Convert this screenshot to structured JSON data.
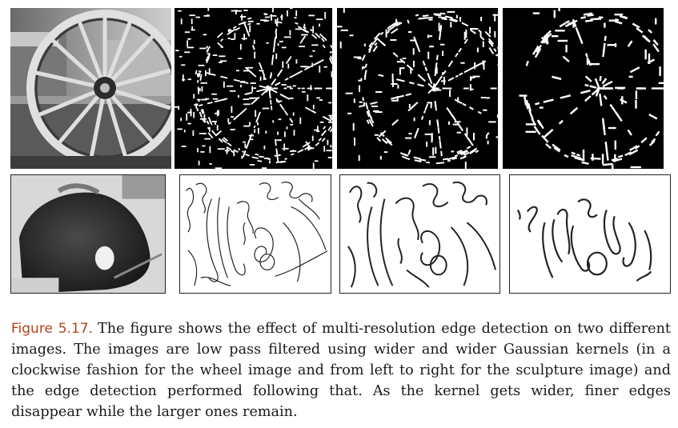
{
  "figure": {
    "label": "Figure 5.17.",
    "caption": "The figure shows the effect of multi-resolution edge detection on two different images. The images are low pass filtered using wider and wider Gaussian kernels (in a clockwise fashion for the wheel image and from left to right for the sculpture image) and the edge detection performed following that. As the kernel gets wider, finer edges disappear while the larger ones remain.",
    "accent_color": "#b5441c"
  },
  "rows": {
    "top": {
      "subject": "wheel",
      "panels": [
        "wheel-photo",
        "wheel-edges-fine",
        "wheel-edges-medium",
        "wheel-edges-coarse"
      ]
    },
    "bottom": {
      "subject": "sculpture",
      "panels": [
        "sculpture-photo",
        "sculpture-edges-fine",
        "sculpture-edges-medium",
        "sculpture-edges-coarse"
      ]
    }
  }
}
